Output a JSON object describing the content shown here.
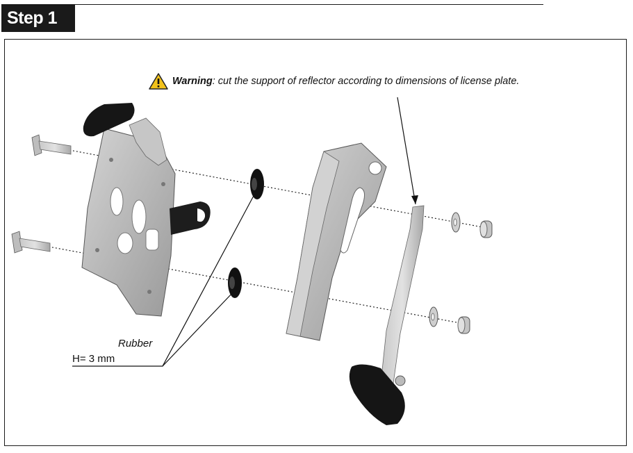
{
  "step": {
    "label": "Step 1"
  },
  "warning": {
    "bold": "Warning",
    "text": ": cut the support of reflector according to dimensions of license plate."
  },
  "labels": {
    "rubber": "Rubber",
    "height": "H= 3 mm"
  },
  "icons": {
    "warning": "warning-triangle-icon"
  },
  "colors": {
    "warning_yellow": "#f2c21b",
    "step_bg": "#1a1a1a",
    "metal": "#b9b9b9",
    "black_part": "#161616"
  }
}
